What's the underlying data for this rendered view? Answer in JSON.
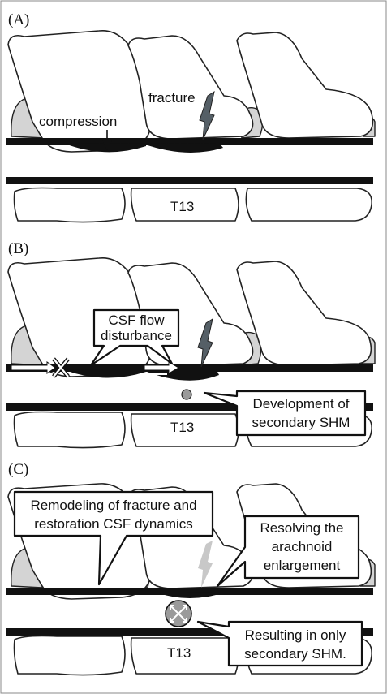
{
  "panels": {
    "a": {
      "label": "(A)",
      "compression_label": "compression",
      "fracture_label": "fracture",
      "vertebra_label": "T13"
    },
    "b": {
      "label": "(B)",
      "csf_callout": [
        "CSF flow",
        "disturbance"
      ],
      "shm_callout": [
        "Development of",
        "secondary SHM"
      ],
      "vertebra_label": "T13"
    },
    "c": {
      "label": "(C)",
      "remodel_callout": [
        "Remodeling of fracture and",
        "restoration CSF dynamics"
      ],
      "resolve_callout": [
        "Resolving the",
        "arachnoid",
        "enlargement"
      ],
      "result_callout": [
        "Resulting in only",
        "secondary SHM."
      ],
      "vertebra_label": "T13"
    }
  },
  "colors": {
    "outline": "#222222",
    "cord": "#111111",
    "articular_facet": "#d4d4d4",
    "fracture_mark": "#555f66",
    "healed_fracture": "#c8c8c8",
    "csf_arrow": "#ffffff",
    "shm_lesion": "#9a9a9a"
  }
}
